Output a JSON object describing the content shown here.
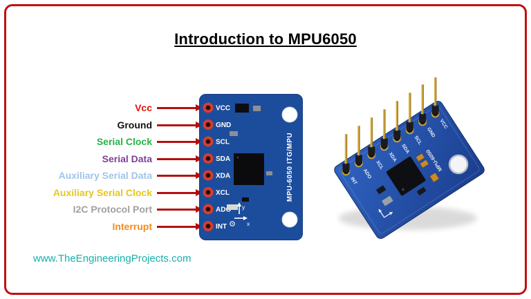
{
  "title": "Introduction to MPU6050",
  "watermark": "www.TheEngineeringProjects.com",
  "colors": {
    "frame_border": "#c01010",
    "arrow": "#b40f0f",
    "pcb_blue": "#1c4d9c",
    "watermark": "#17b0aa"
  },
  "pin_labels": [
    {
      "label": "Vcc",
      "color": "#e3120b"
    },
    {
      "label": "Ground",
      "color": "#111111"
    },
    {
      "label": "Serial Clock",
      "color": "#27b34a"
    },
    {
      "label": "Serial Data",
      "color": "#7d3f98"
    },
    {
      "label": "Auxiliary Serial Data",
      "color": "#9fc5e8"
    },
    {
      "label": "Auxiliary Serial Clock",
      "color": "#e8c71c"
    },
    {
      "label": "I2C Protocol Port",
      "color": "#a0a0a0"
    },
    {
      "label": "Interrupt",
      "color": "#ef8b1e"
    }
  ],
  "pcb": {
    "pins": [
      "VCC",
      "GND",
      "SCL",
      "SDA",
      "XDA",
      "XCL",
      "ADO",
      "INT"
    ],
    "silk_text": "MPU-6050 ITG/MPU",
    "axis_x": "x",
    "axis_y": "y"
  },
  "photo": {
    "pins": [
      "INT",
      "ADO",
      "XCL",
      "XDA",
      "SDA",
      "SCL",
      "GND",
      "VCC"
    ],
    "silk_text": "MPU-6050"
  }
}
